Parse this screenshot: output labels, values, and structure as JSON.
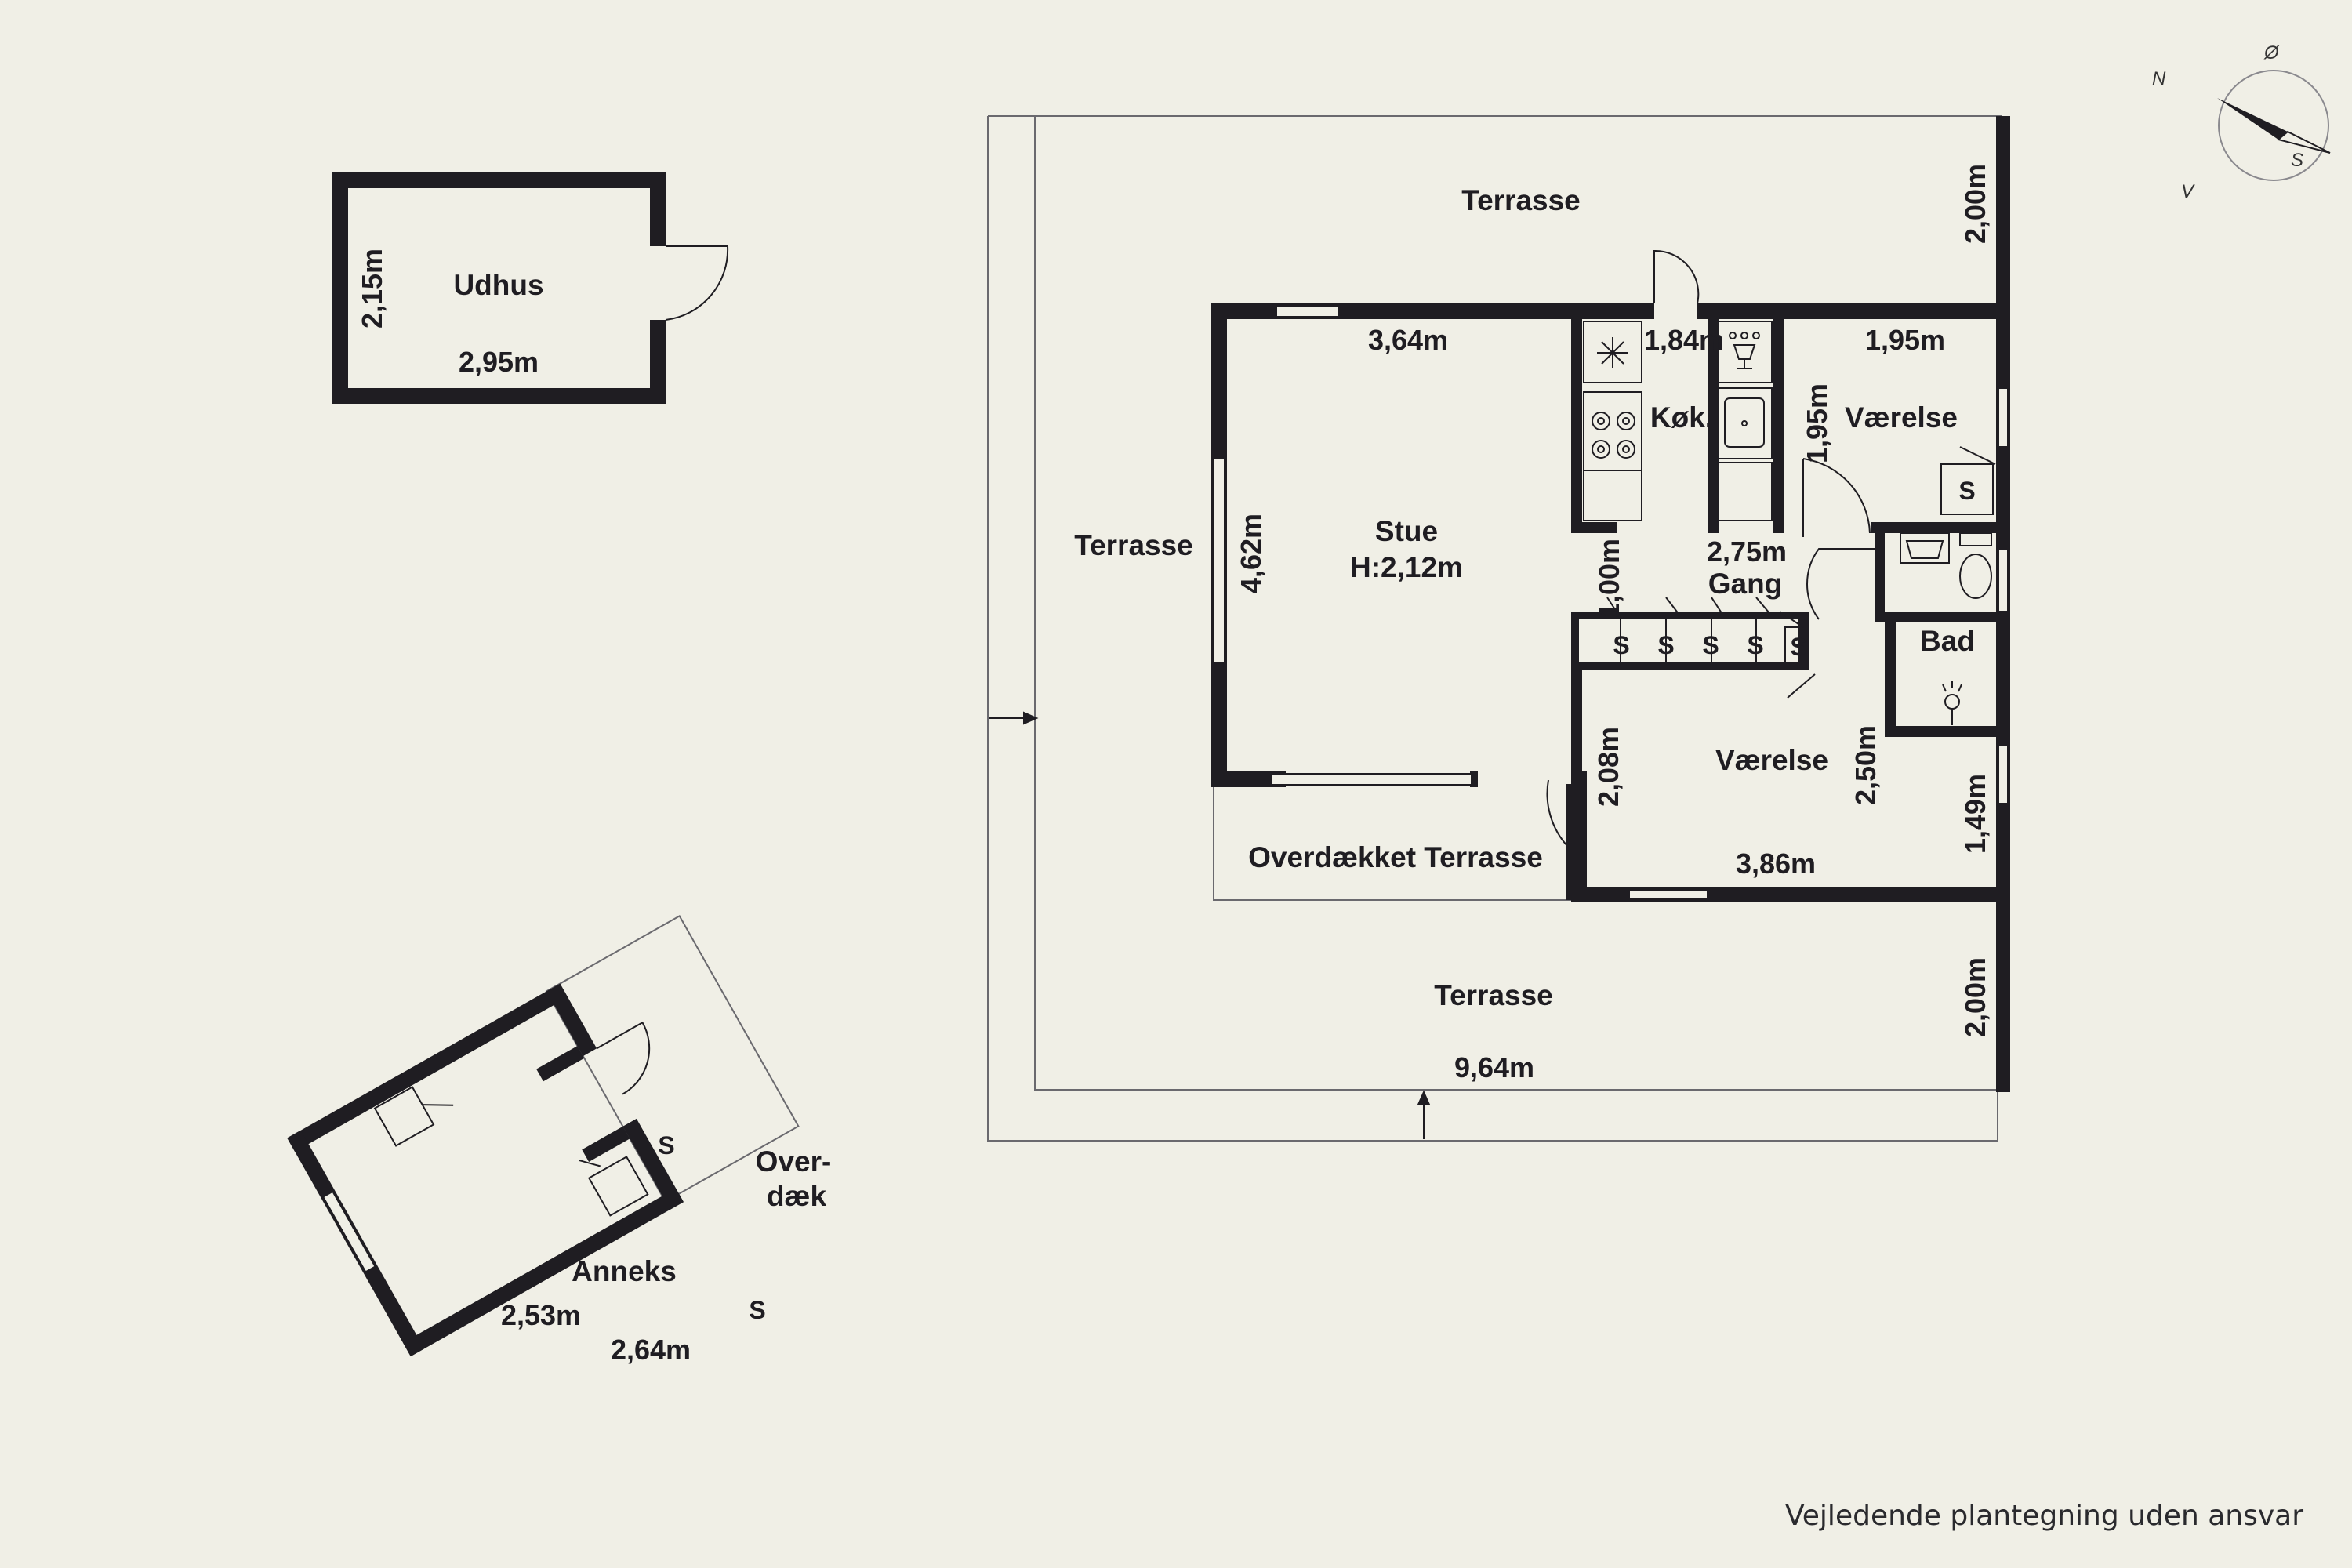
{
  "plan": {
    "rooms": {
      "udhus": "Udhus",
      "terrasse_top": "Terrasse",
      "terrasse_left": "Terrasse",
      "terrasse_bottom": "Terrasse",
      "stue": "Stue",
      "stue_height": "H:2,12m",
      "koekken": "Køk.",
      "vaerelse_top": "Værelse",
      "gang": "Gang",
      "bad": "Bad",
      "vaerelse_bottom": "Værelse",
      "overdaekket_terrasse": "Overdækket Terrasse",
      "anneks": "Anneks",
      "overdaek_line1": "Over-",
      "overdaek_line2": "dæk"
    },
    "dimensions": {
      "udhus_width": "2,95m",
      "udhus_height": "2,15m",
      "terrasse_top_depth": "2,00m",
      "stue_width": "3,64m",
      "stue_depth": "4,62m",
      "koekken_width": "1,84m",
      "vaerelse_top_width": "1,95m",
      "vaerelse_top_depth": "1,95m",
      "gang_width": "2,75m",
      "gang_depth": "1,00m",
      "vaerelse_bottom_depth_left": "2,08m",
      "vaerelse_bottom_depth_right": "2,50m",
      "vaerelse_bottom_width": "3,86m",
      "bad_side": "1,49m",
      "terrasse_bottom_depth": "2,00m",
      "total_width": "9,64m",
      "anneks_depth": "2,53m",
      "anneks_width": "2,64m"
    },
    "storage_label": "S"
  },
  "compass": {
    "n": "N",
    "e": "Ø",
    "s": "S",
    "w": "V"
  },
  "disclaimer": "Vejledende plantegning uden ansvar",
  "colors": {
    "background": "#f0efe6",
    "wall": "#1f1d22",
    "thin_line": "#55545a"
  }
}
